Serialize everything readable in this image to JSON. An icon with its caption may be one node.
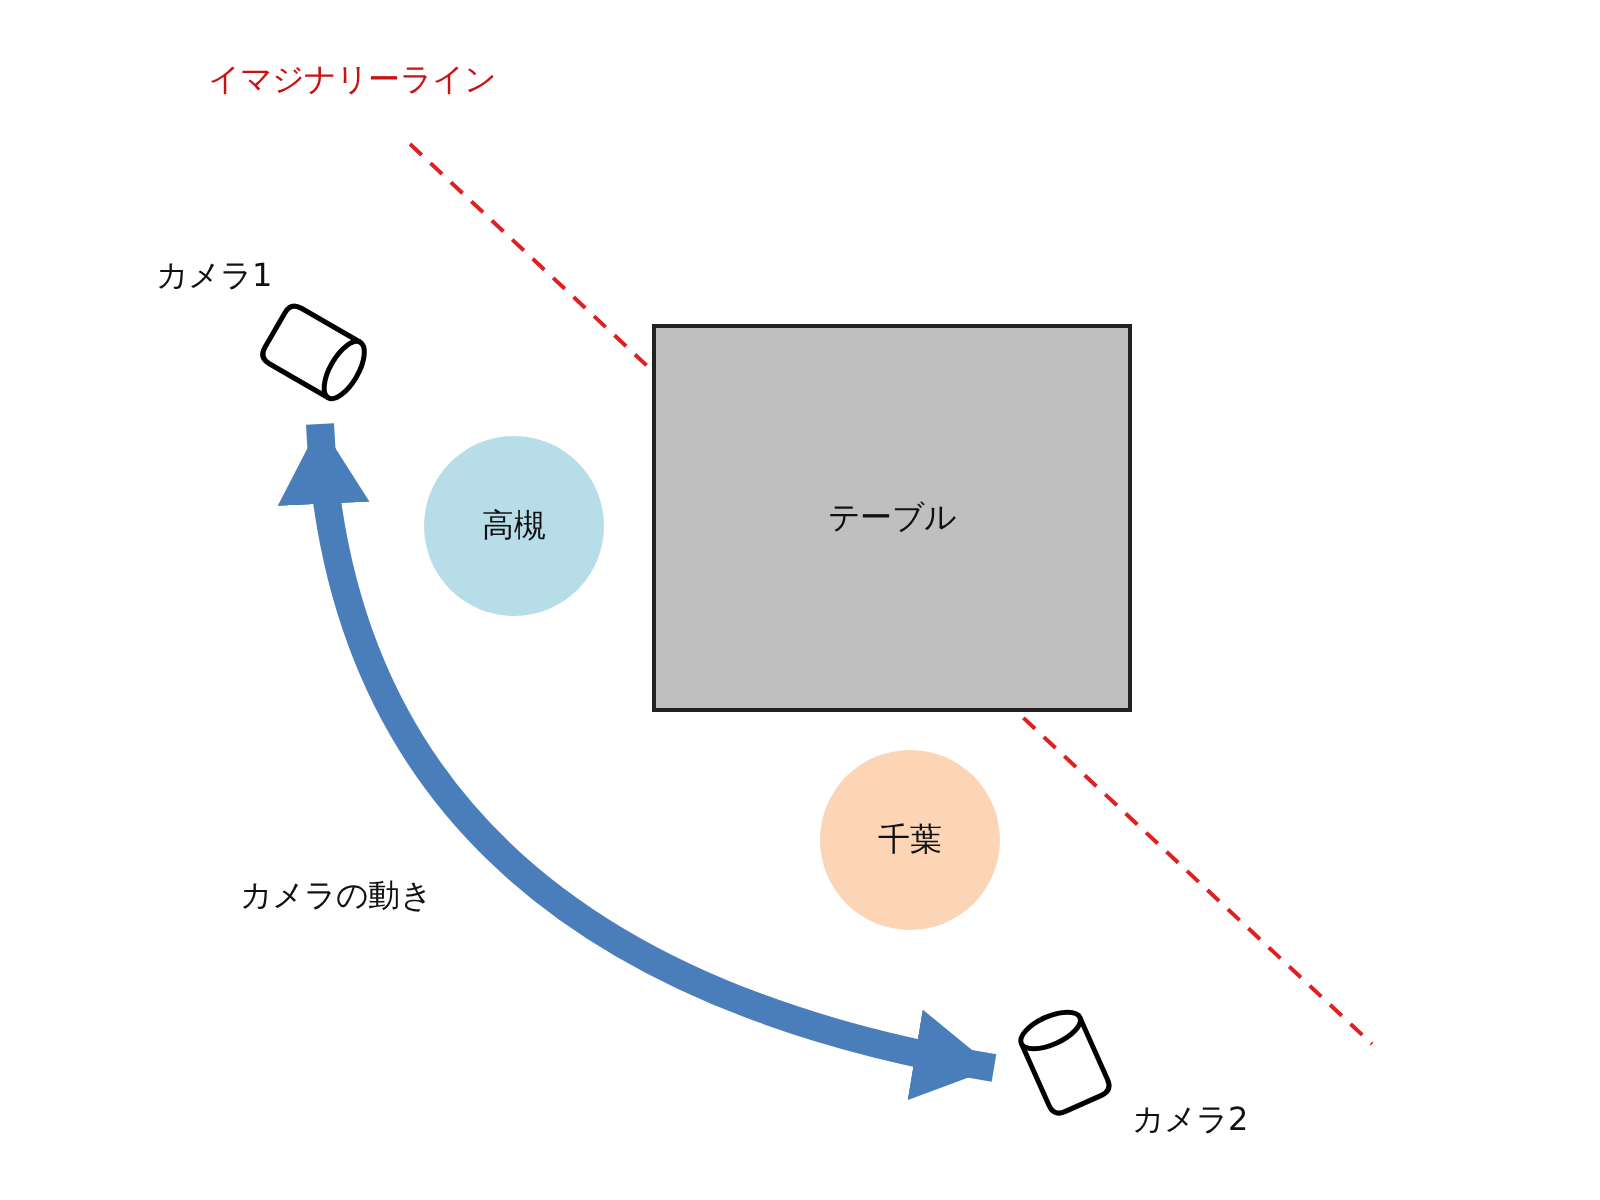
{
  "diagram": {
    "nodes": [
      {
        "text": [],
        "shape": "cylinder",
        "beside": [
          "カメラ1"
        ]
      },
      {
        "text": [
          "高槻"
        ]
      },
      {
        "text": [
          "テーブル"
        ]
      },
      {
        "text": [
          "千葉"
        ]
      },
      {
        "text": [],
        "shape": "cylinder",
        "beside": [
          "カメラ2"
        ]
      }
    ],
    "edges": [
      {
        "from": 0,
        "to": 4,
        "arrow": "both"
      }
    ],
    "labels": [
      "イマジナリーライン",
      "カメラの動き"
    ]
  }
}
